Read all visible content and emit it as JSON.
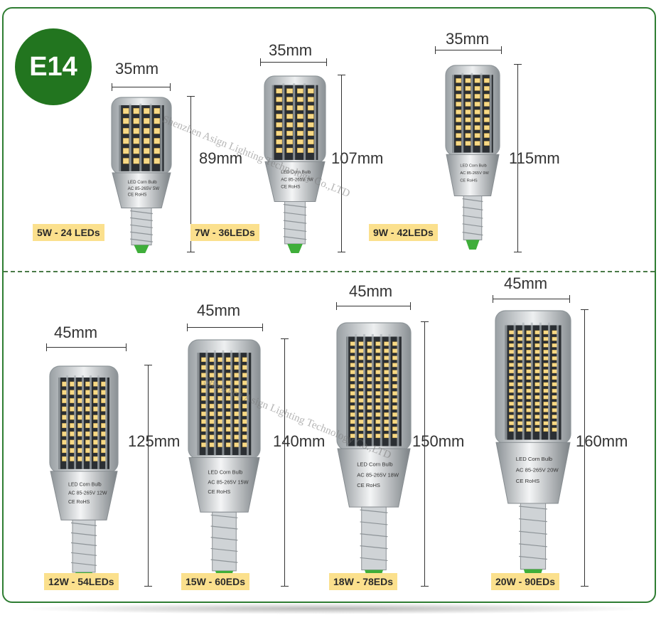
{
  "badge": "E14",
  "watermark": "Shenzhen Asign Lighting Technology Co.,LTD",
  "bulbs": [
    {
      "width": "35mm",
      "height": "89mm",
      "label": "5W  - 24 LEDs",
      "body_text": "LED Corn Bulb\nAC 85-265V  5W\nCE  RoHS"
    },
    {
      "width": "35mm",
      "height": "107mm",
      "label": "7W  - 36LEDs",
      "body_text": "LED Corn Bulb\nAC 85-265V  7W\nCE  RoHS"
    },
    {
      "width": "35mm",
      "height": "115mm",
      "label": "9W  - 42LEDs",
      "body_text": "LED Corn Bulb\nAC 85-265V  9W\nCE  RoHS"
    },
    {
      "width": "45mm",
      "height": "125mm",
      "label": "12W  - 54LEDs",
      "body_text": "LED Corn Bulb\nAC 85-265V  12W\nCE  RoHS"
    },
    {
      "width": "45mm",
      "height": "140mm",
      "label": "15W  - 60EDs",
      "body_text": "LED Corn Bulb\nAC 85-265V  15W\nCE  RoHS"
    },
    {
      "width": "45mm",
      "height": "150mm",
      "label": "18W  - 78EDs",
      "body_text": "LED Corn Bulb\nAC 85-265V  18W\nCE  RoHS"
    },
    {
      "width": "45mm",
      "height": "160mm",
      "label": "20W  - 90EDs",
      "body_text": "LED Corn Bulb\nAC 85-265V  20W\nCE  RoHS"
    }
  ]
}
